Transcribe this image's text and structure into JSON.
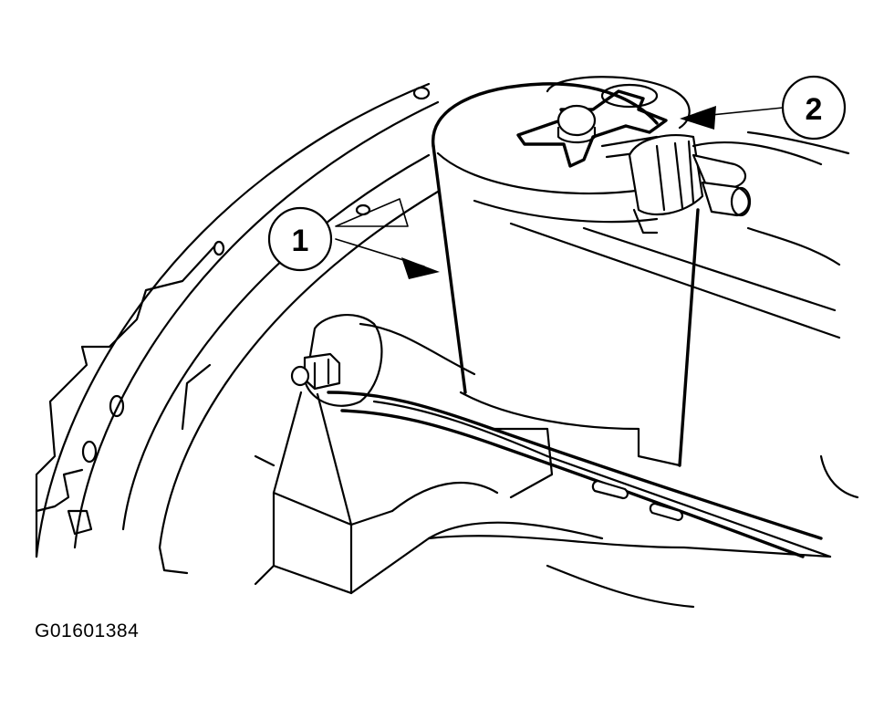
{
  "callouts": [
    {
      "number": "1"
    },
    {
      "number": "2"
    }
  ],
  "figure_id": "G01601384",
  "colors": {
    "ink": "#000000",
    "paper": "#ffffff"
  }
}
